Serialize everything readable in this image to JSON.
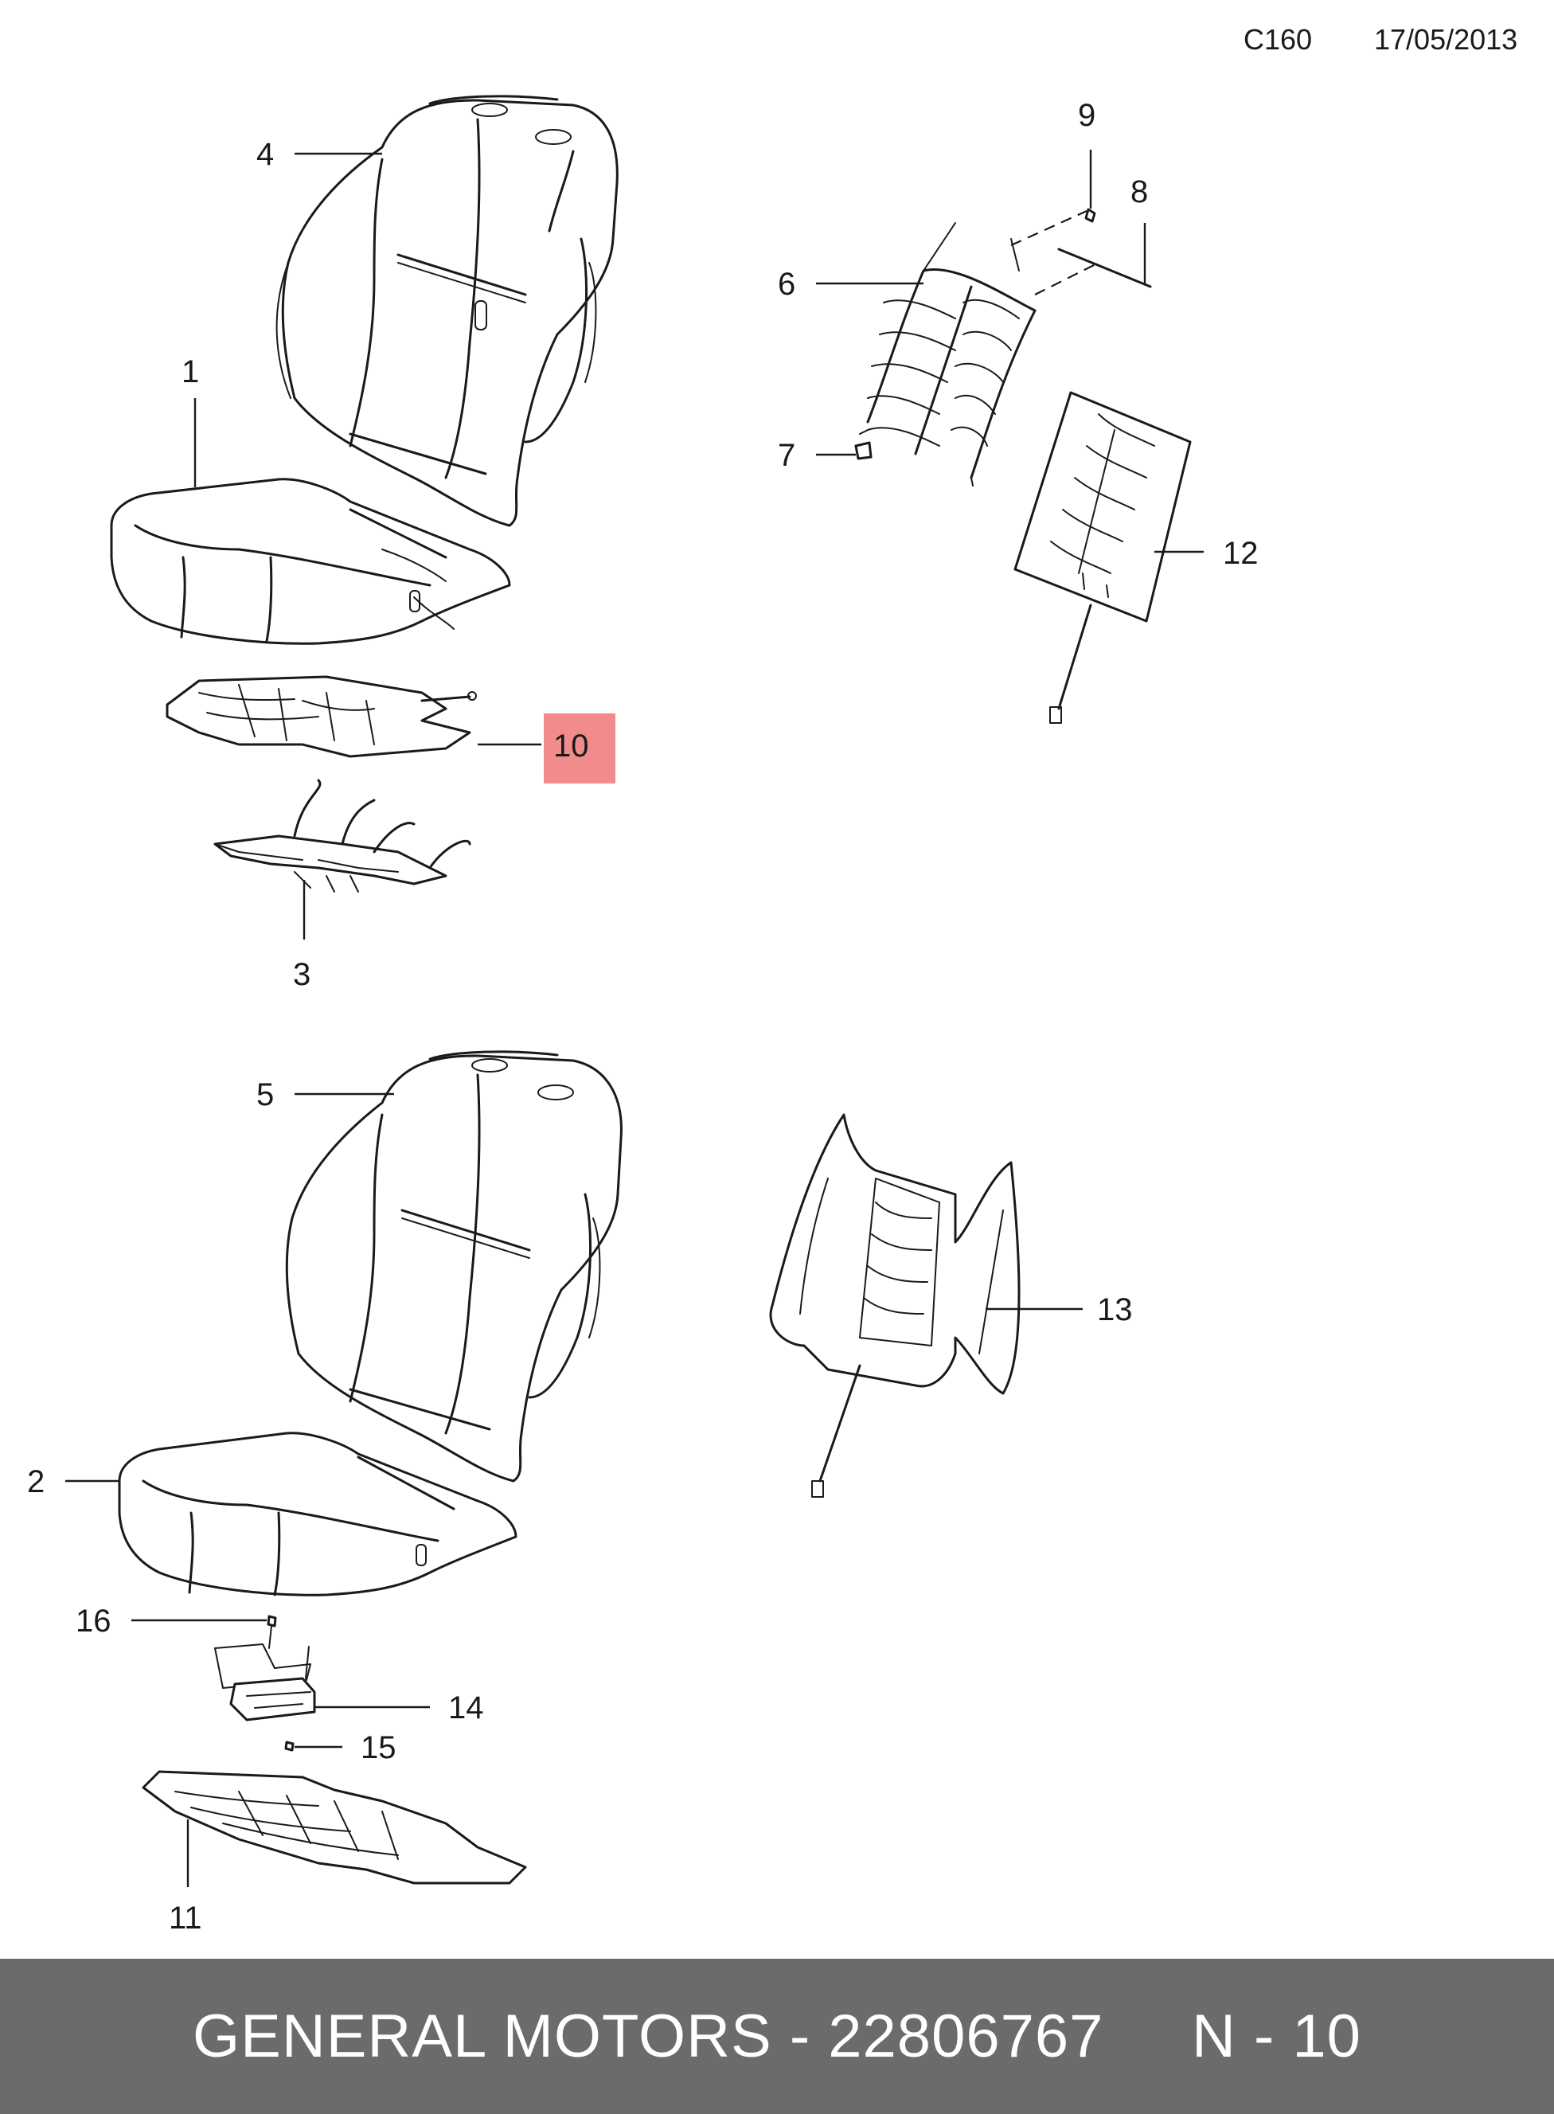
{
  "header": {
    "code": "C160",
    "date": "17/05/2013"
  },
  "callouts": [
    "1",
    "2",
    "3",
    "4",
    "5",
    "6",
    "7",
    "8",
    "9",
    "10",
    "11",
    "12",
    "13",
    "14",
    "15",
    "16"
  ],
  "highlight": {
    "callout": "10",
    "color": "#f28b8b"
  },
  "footer": {
    "text": "GENERAL MOTORS - 22806767     N - 10",
    "background": "#6b6b6b",
    "text_color": "#ffffff"
  }
}
